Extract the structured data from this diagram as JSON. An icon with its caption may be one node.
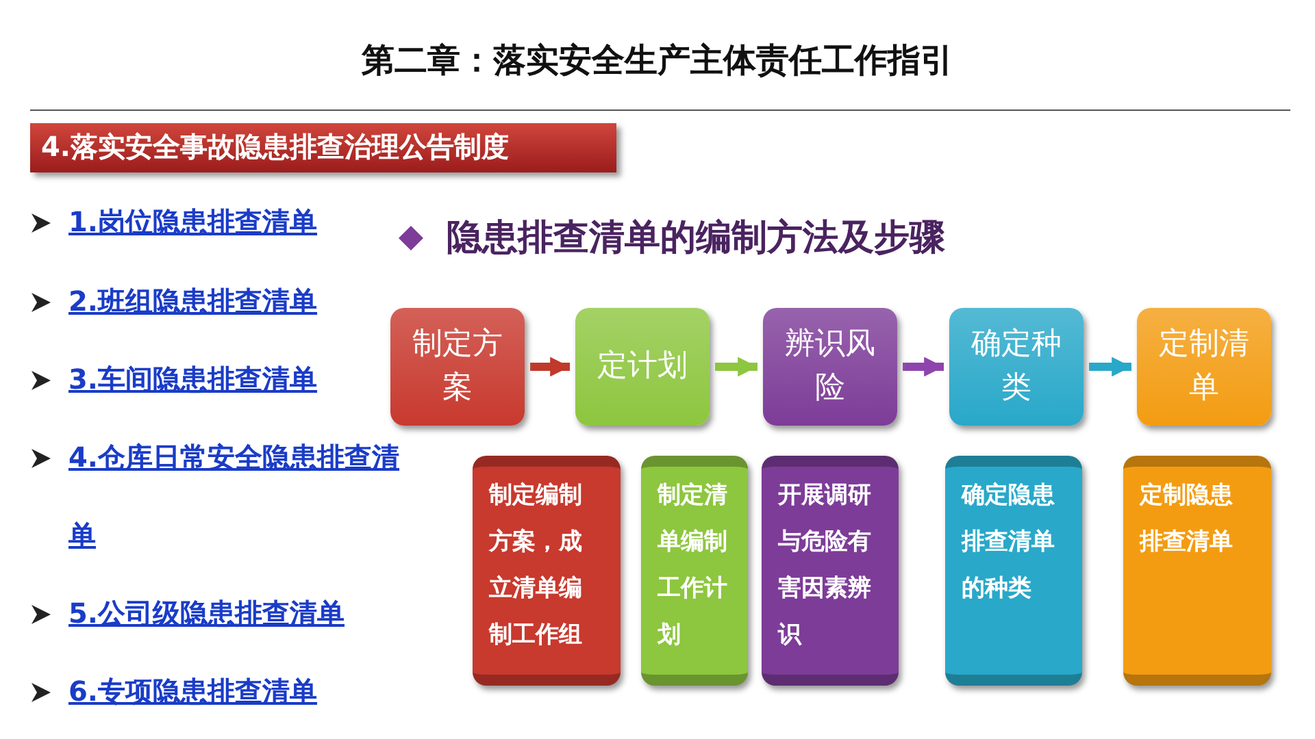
{
  "diagram": {
    "title": "第二章：落实安全生产主体责任工作指引",
    "nodes": [
      {
        "text": [
          "4.落实安全事故隐患排查治理公告制度"
        ]
      },
      {
        "text": [
          "制定方案"
        ]
      },
      {
        "text": [
          "定计划"
        ]
      },
      {
        "text": [
          "辨识风险"
        ]
      },
      {
        "text": [
          "确定种类"
        ]
      },
      {
        "text": [
          "定制清单"
        ]
      },
      {
        "text": [
          "制定编制方案，成立清单编制工作组"
        ]
      },
      {
        "text": [
          "制定清单编制工作计划"
        ]
      },
      {
        "text": [
          "开展调研与危险有害因素辨识"
        ]
      },
      {
        "text": [
          "确定隐患排查清单的种类"
        ]
      },
      {
        "text": [
          "定制隐患排查清单"
        ]
      }
    ],
    "edges": [
      {
        "from": 1,
        "to": 2,
        "arrow": "to",
        "color": "#c0392b"
      },
      {
        "from": 2,
        "to": 3,
        "arrow": "to",
        "color": "#8dc63f"
      },
      {
        "from": 3,
        "to": 4,
        "arrow": "to",
        "color": "#8e44ad"
      },
      {
        "from": 4,
        "to": 5,
        "arrow": "to",
        "color": "#29a8c9"
      }
    ],
    "labels": [
      "1.岗位隐患排查清单",
      "隐患排查清单的编制方法及步骤",
      "2.班组隐患排查清单",
      "3.车间隐患排查清单",
      "4.仓库日常安全隐患排查清单",
      "5.公司级隐患排查清单",
      "6.专项隐患排查清单"
    ]
  }
}
